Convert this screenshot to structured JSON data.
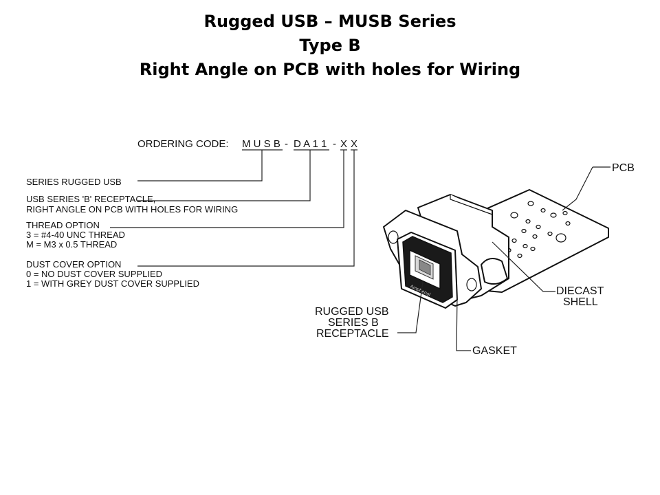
{
  "title": {
    "line1": "Rugged USB – MUSB Series",
    "line2": "Type B",
    "line3": "Right Angle on PCB with holes for Wiring"
  },
  "ordering": {
    "prefix": "ORDERING CODE:",
    "group1": "M U S B",
    "dash1": "-",
    "group2": "D A 1 1",
    "dash2": "-",
    "x1": "X",
    "x2": "X"
  },
  "options": {
    "series": "SERIES RUGGED USB",
    "receptacle_line1": "USB SERIES 'B' RECEPTACLE,",
    "receptacle_line2": "RIGHT ANGLE ON PCB WITH HOLES FOR WIRING",
    "thread_title": "THREAD OPTION",
    "thread_opt1": "3 = #4-40 UNC THREAD",
    "thread_opt2": "M = M3 x 0.5 THREAD",
    "dust_title": "DUST COVER OPTION",
    "dust_opt0": "0 = NO DUST COVER SUPPLIED",
    "dust_opt1": "1 = WITH GREY DUST COVER SUPPLIED"
  },
  "callouts": {
    "pcb": "PCB",
    "diecast_line1": "DIECAST",
    "diecast_line2": "SHELL",
    "receptacle_line1": "RUGGED USB",
    "receptacle_line2": "SERIES B",
    "receptacle_line3": "RECEPTACLE",
    "gasket": "GASKET"
  },
  "connector_brand": "Amphenol"
}
